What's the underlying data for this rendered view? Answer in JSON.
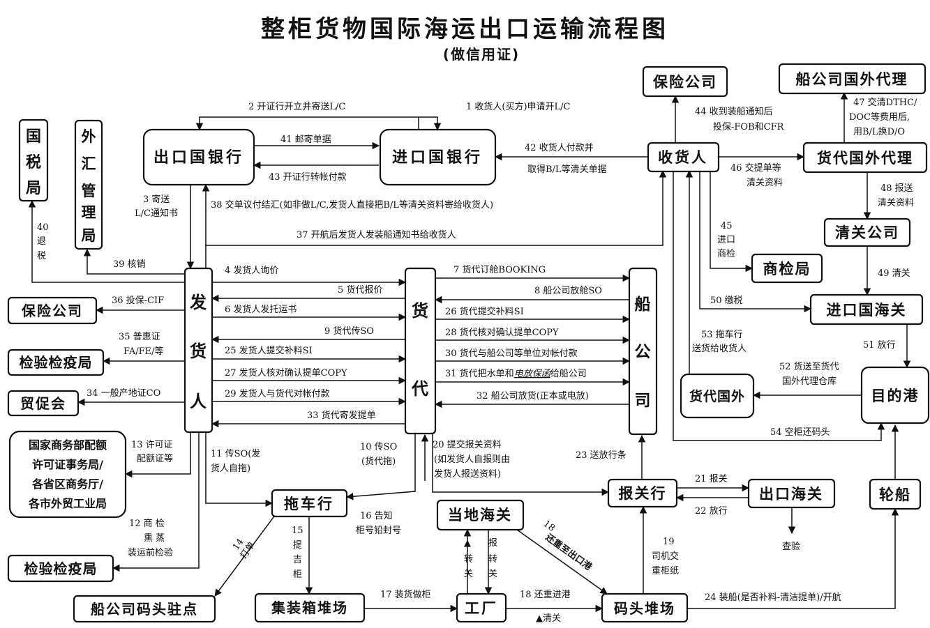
{
  "title": "整柜货物国际海运出口运输流程图",
  "subtitle": "(做信用证)",
  "nodes": {
    "guoshuiju": "国税局",
    "waihui": "外汇管理局",
    "chukou_bank": "出口国银行",
    "jinkou_bank": "进口国银行",
    "baoxian_top": "保险公司",
    "chuan_foreign": "船公司国外代理",
    "shouhuoren": "收货人",
    "huodai_foreign_agent": "货代国外代理",
    "qingguan": "清关公司",
    "shangjianju": "商检局",
    "jinkou_customs": "进口国海关",
    "fahuoren": "发货人",
    "huodai": "货代",
    "chuangongsi": "船公司",
    "baoxian_left": "保险公司",
    "jianyan1": "检验检疫局",
    "maocu": "贸促会",
    "shangwubu": [
      "国家商务部配额",
      "许可证事务局/",
      "各省区商务厅/",
      "各市外贸工业局"
    ],
    "jianyan2": "检验检疫局",
    "chuan_wharf": "船公司码头驻点",
    "tuoche": "拖车行",
    "jizhuang": "集装箱堆场",
    "gongchang": "工厂",
    "dangdi_customs": "当地海关",
    "matou": "码头堆场",
    "baoguan": "报关行",
    "chukou_customs": "出口海关",
    "huodai_foreign": "货代国外",
    "mudigang": "目的港",
    "lunchuan": "轮船"
  },
  "labels": {
    "e1": "1 收货人(买方)申请开L/C",
    "e2": "2 开证行开立并寄送L/C",
    "e3a": "3 寄送",
    "e3b": "L/C通知书",
    "e4": "4 发货人询价",
    "e5": "5 货代报价",
    "e6": "6 发货人发托运书",
    "e7": "7 货代订舱BOOKING",
    "e8": "8 船公司放舱SO",
    "e9": "9 货代传SO",
    "e10a": "10 传SO",
    "e10b": "(货代拖)",
    "e11a": "11 传SO(发",
    "e11b": "货人自拖)",
    "e12a": "12 商 检",
    "e12b": "熏 蒸",
    "e12c": "装运前检验",
    "e13a": "13 许可证",
    "e13b": "配额证等",
    "e14": "14",
    "e14b": "打单",
    "e15a": "15",
    "e15b": "提",
    "e15c": "吉",
    "e15d": "柜",
    "e16a": "16 告知",
    "e16b": "柜号铅封号",
    "e17": "17 装货做柜",
    "e18": "18 还重进港",
    "e18d": "18",
    "e18e": "还重至出口港",
    "e19a": "19",
    "e19b": "司机交",
    "e19c": "重柜纸",
    "e20a": "20 提交报关资料",
    "e20b": "(如发货人自报则由",
    "e20c": "发货人报送资料)",
    "e21": "21 报关",
    "e22": "22 放行",
    "e23": "23 送放行条",
    "e24": "24 装船(是否补料-清洁提单)/开航",
    "e25": "25 发货人提交补料SI",
    "e26": "26 货代提交补料SI",
    "e27": "27 发货人核对确认提单COPY",
    "e28": "28 货代核对确认提单COPY",
    "e29": "29 发货人与货代对帐付款",
    "e30": "30 货代与船公司等单位对帐付款",
    "e31a": "31 货代把水单和",
    "e31b": "电放保函",
    "e31c": "给船公司",
    "e32": "32 船公司放货(正本或电放)",
    "e33": "33 货代寄发提单",
    "e34": "34 一般产地证CO",
    "e35a": "35 普惠证",
    "e35b": "FA/FE/等",
    "e36": "36 投保-CIF",
    "e37": "37 开航后发货人发装船通知书给收货人",
    "e38": "38 交单议付结汇(如非做L/C,发货人直接把B/L等清关资料寄给收货人)",
    "e39": "39 核销",
    "e40a": "40",
    "e40b": "退",
    "e40c": "税",
    "e41": "41 邮寄单据",
    "e42a": "42 收货人付款并",
    "e42b": "取得B/L等清关单据",
    "e43": "43 开证行转帐付款",
    "e44a": "44 收到装船通知后",
    "e44b": "投保-FOB和CFR",
    "e45a": "45",
    "e45b": "进口",
    "e45c": "商检",
    "e46a": "46 交提单等",
    "e46b": "清关资料",
    "e47a": "47 交清DTHC/",
    "e47b": "DOC等费用后,",
    "e47c": "用B/L换D/O",
    "e48a": "48 报送",
    "e48b": "清关资料",
    "e49": "49 清关",
    "e50": "50 缴税",
    "e51": "51 放行",
    "e52a": "52 货送至货代",
    "e52b": "国外代理仓库",
    "e53a": "53 拖车行",
    "e53b": "送货给收货人",
    "e54": "54 空柜还码头",
    "zhuanguan_a": "▲",
    "zhuanguan_b": "转",
    "zhuanguan_c": "关",
    "baozhuan_a": "报",
    "baozhuan_b": "转",
    "baozhuan_c": "关",
    "qingguan_label": "▲清关",
    "chayan": "查验"
  }
}
